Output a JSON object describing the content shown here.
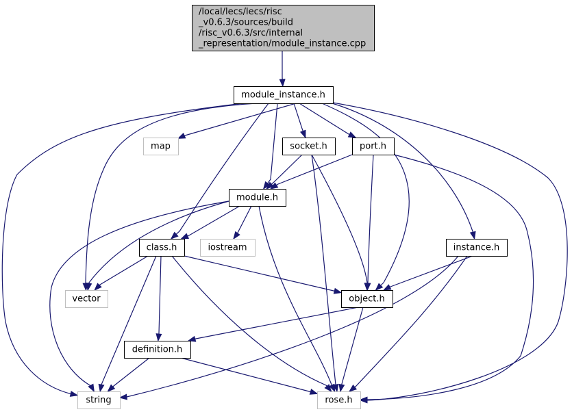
{
  "colors": {
    "edge": "#191970",
    "root_fill": "#bfbfbf",
    "root_border": "#000000",
    "node_fill": "#ffffff",
    "node_border": "#000000",
    "external_border": "#bfbfbf",
    "external_text": "#404040",
    "text": "#000000"
  },
  "nodes": [
    {
      "id": "root",
      "kind": "root",
      "lines": [
        "/local/lecs/lecs/risc",
        "_v0.6.3/sources/build",
        "/risc_v0.6.3/src/internal",
        "_representation/module_instance.cpp"
      ]
    },
    {
      "id": "module_instance_h",
      "kind": "file",
      "lines": [
        "module_instance.h"
      ]
    },
    {
      "id": "map",
      "kind": "external",
      "lines": [
        "map"
      ]
    },
    {
      "id": "socket_h",
      "kind": "file",
      "lines": [
        "socket.h"
      ]
    },
    {
      "id": "port_h",
      "kind": "file",
      "lines": [
        "port.h"
      ]
    },
    {
      "id": "module_h",
      "kind": "file",
      "lines": [
        "module.h"
      ]
    },
    {
      "id": "class_h",
      "kind": "file",
      "lines": [
        "class.h"
      ]
    },
    {
      "id": "iostream",
      "kind": "external",
      "lines": [
        "iostream"
      ]
    },
    {
      "id": "instance_h",
      "kind": "file",
      "lines": [
        "instance.h"
      ]
    },
    {
      "id": "vector",
      "kind": "external",
      "lines": [
        "vector"
      ]
    },
    {
      "id": "object_h",
      "kind": "file",
      "lines": [
        "object.h"
      ]
    },
    {
      "id": "definition_h",
      "kind": "file",
      "lines": [
        "definition.h"
      ]
    },
    {
      "id": "string",
      "kind": "external",
      "lines": [
        "string"
      ]
    },
    {
      "id": "rose_h",
      "kind": "external",
      "lines": [
        "rose.h"
      ]
    }
  ],
  "edges": [
    [
      "root",
      "module_instance_h"
    ],
    [
      "module_instance_h",
      "map"
    ],
    [
      "module_instance_h",
      "socket_h"
    ],
    [
      "module_instance_h",
      "port_h"
    ],
    [
      "module_instance_h",
      "module_h"
    ],
    [
      "module_instance_h",
      "class_h"
    ],
    [
      "module_instance_h",
      "instance_h"
    ],
    [
      "module_instance_h",
      "vector"
    ],
    [
      "module_instance_h",
      "object_h"
    ],
    [
      "module_instance_h",
      "string"
    ],
    [
      "module_instance_h",
      "rose_h"
    ],
    [
      "socket_h",
      "module_h"
    ],
    [
      "socket_h",
      "object_h"
    ],
    [
      "socket_h",
      "rose_h"
    ],
    [
      "port_h",
      "module_h"
    ],
    [
      "port_h",
      "object_h"
    ],
    [
      "port_h",
      "rose_h"
    ],
    [
      "module_h",
      "class_h"
    ],
    [
      "module_h",
      "iostream"
    ],
    [
      "module_h",
      "vector"
    ],
    [
      "module_h",
      "string"
    ],
    [
      "module_h",
      "rose_h"
    ],
    [
      "class_h",
      "vector"
    ],
    [
      "class_h",
      "object_h"
    ],
    [
      "class_h",
      "definition_h"
    ],
    [
      "class_h",
      "string"
    ],
    [
      "class_h",
      "rose_h"
    ],
    [
      "instance_h",
      "object_h"
    ],
    [
      "instance_h",
      "string"
    ],
    [
      "instance_h",
      "rose_h"
    ],
    [
      "object_h",
      "definition_h"
    ],
    [
      "object_h",
      "rose_h"
    ],
    [
      "definition_h",
      "string"
    ],
    [
      "definition_h",
      "rose_h"
    ]
  ]
}
